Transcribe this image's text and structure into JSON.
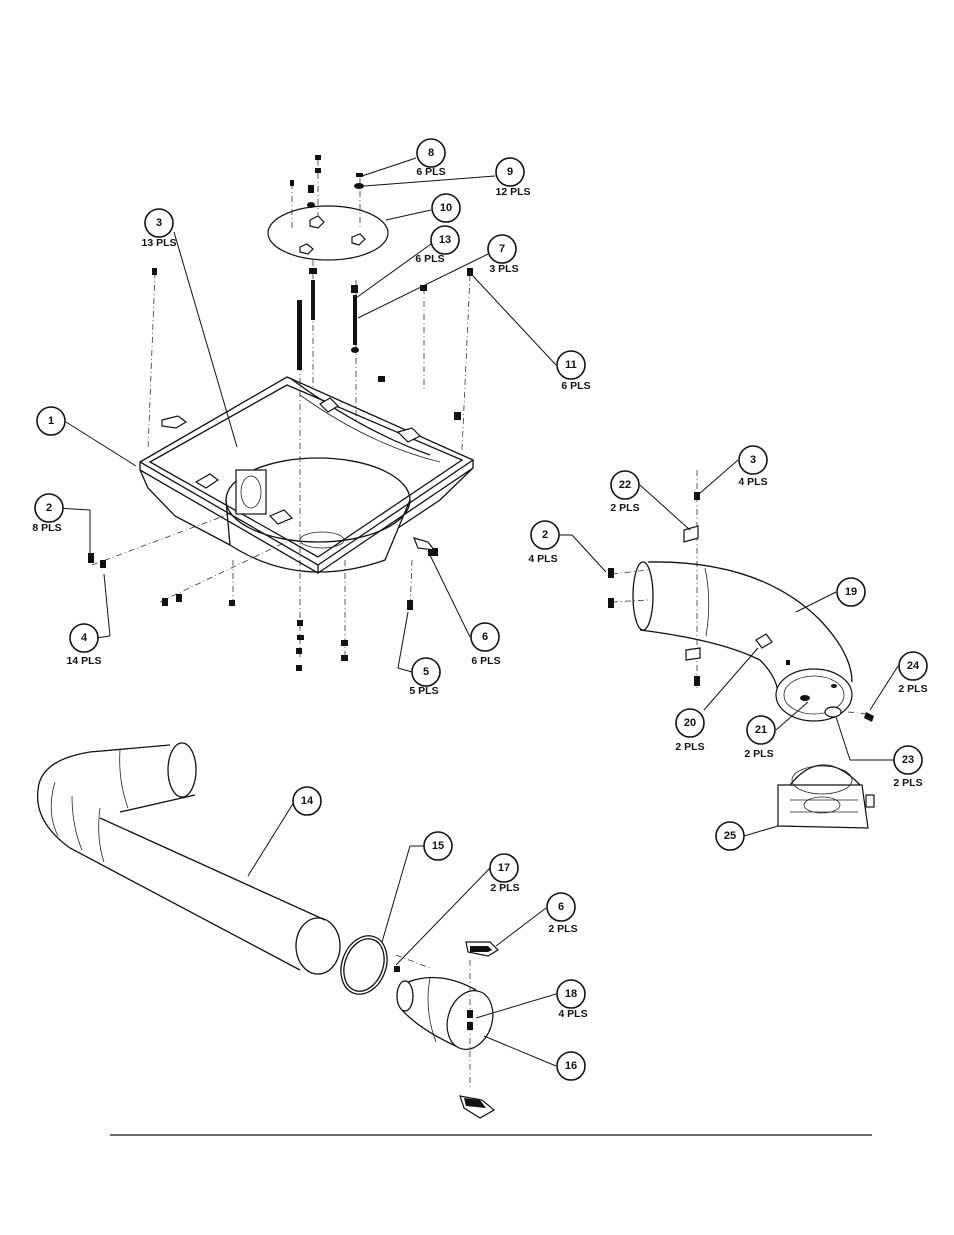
{
  "callouts": [
    {
      "id": "c8",
      "number": "8",
      "qty": "6 PLS"
    },
    {
      "id": "c9",
      "number": "9",
      "qty": "12 PLS"
    },
    {
      "id": "c10",
      "number": "10",
      "qty": ""
    },
    {
      "id": "c3a",
      "number": "3",
      "qty": "13 PLS"
    },
    {
      "id": "c13",
      "number": "13",
      "qty": "6 PLS"
    },
    {
      "id": "c7",
      "number": "7",
      "qty": "3 PLS"
    },
    {
      "id": "c11",
      "number": "11",
      "qty": "6 PLS"
    },
    {
      "id": "c1",
      "number": "1",
      "qty": ""
    },
    {
      "id": "c2a",
      "number": "2",
      "qty": "8 PLS"
    },
    {
      "id": "c4",
      "number": "4",
      "qty": "14 PLS"
    },
    {
      "id": "c6a",
      "number": "6",
      "qty": "6 PLS"
    },
    {
      "id": "c5",
      "number": "5",
      "qty": "5 PLS"
    },
    {
      "id": "c3b",
      "number": "3",
      "qty": "4 PLS"
    },
    {
      "id": "c22",
      "number": "22",
      "qty": "2 PLS"
    },
    {
      "id": "c2b",
      "number": "2",
      "qty": "4 PLS"
    },
    {
      "id": "c19",
      "number": "19",
      "qty": ""
    },
    {
      "id": "c24",
      "number": "24",
      "qty": "2 PLS"
    },
    {
      "id": "c20",
      "number": "20",
      "qty": "2 PLS"
    },
    {
      "id": "c21",
      "number": "21",
      "qty": "2 PLS"
    },
    {
      "id": "c23",
      "number": "23",
      "qty": "2 PLS"
    },
    {
      "id": "c25",
      "number": "25",
      "qty": ""
    },
    {
      "id": "c14",
      "number": "14",
      "qty": ""
    },
    {
      "id": "c15",
      "number": "15",
      "qty": ""
    },
    {
      "id": "c17",
      "number": "17",
      "qty": "2 PLS"
    },
    {
      "id": "c6b",
      "number": "6",
      "qty": "2 PLS"
    },
    {
      "id": "c18",
      "number": "18",
      "qty": "4 PLS"
    },
    {
      "id": "c16",
      "number": "16",
      "qty": ""
    }
  ]
}
